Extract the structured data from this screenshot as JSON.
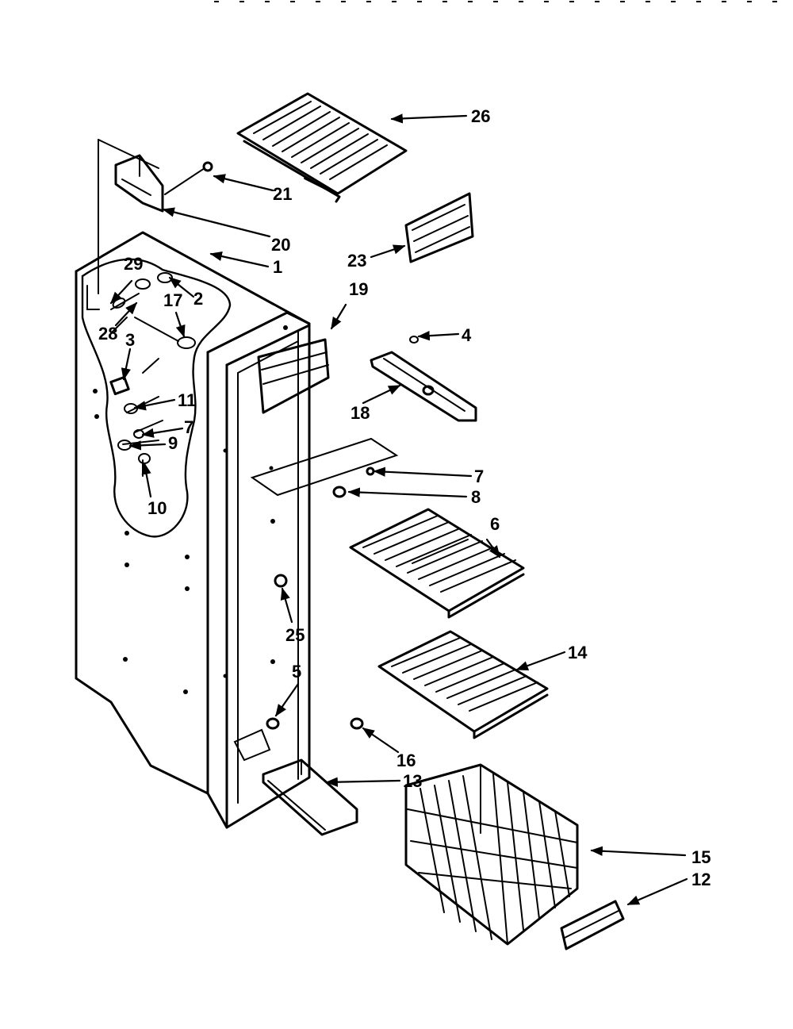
{
  "callouts": {
    "c26": "26",
    "c21": "21",
    "c20": "20",
    "c1": "1",
    "c23": "23",
    "c29": "29",
    "c2": "2",
    "c17": "17",
    "c19": "19",
    "c28": "28",
    "c3": "3",
    "c4": "4",
    "c11": "11",
    "c18": "18",
    "c7a": "7",
    "c9": "9",
    "c10": "10",
    "c7b": "7",
    "c8": "8",
    "c6": "6",
    "c25": "25",
    "c14": "14",
    "c5": "5",
    "c16": "16",
    "c13": "13",
    "c15": "15",
    "c12": "12"
  }
}
